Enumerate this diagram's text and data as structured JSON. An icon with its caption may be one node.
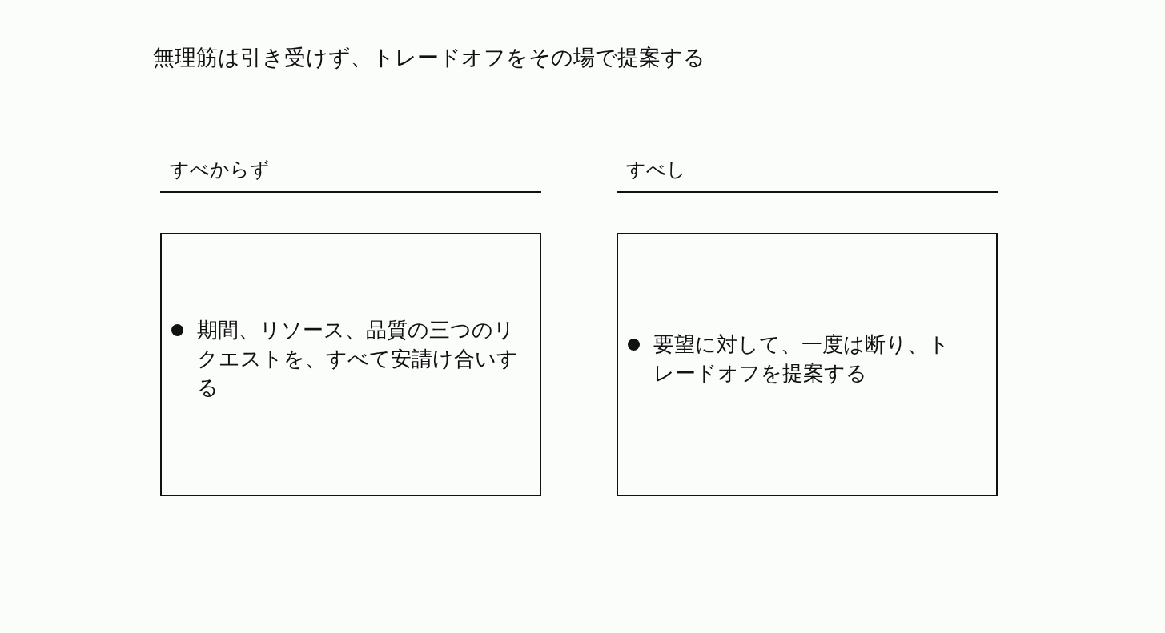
{
  "diagram": {
    "title": "無理筋は引き受けず、トレードオフをその場で提案する",
    "nodes": [
      {
        "text": [
          "すべからず",
          "期間、リソース、品質の三つのリクエストを、すべて安請け合いする"
        ]
      },
      {
        "text": [
          "すべし",
          "要望に対して、一度は断り、トレードオフを提案する"
        ]
      }
    ]
  }
}
